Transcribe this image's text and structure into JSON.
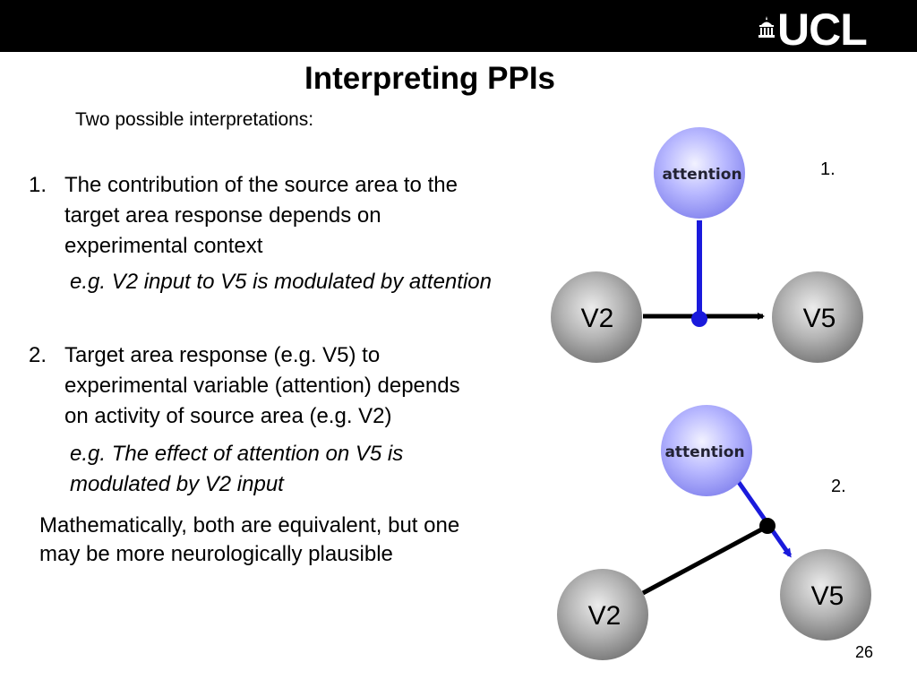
{
  "header": {
    "logo_text": "UCL"
  },
  "slide": {
    "title": "Interpreting PPIs",
    "subtitle": "Two possible interpretations:",
    "items": [
      {
        "number": "1.",
        "lines": [
          "The contribution of the source area to the",
          "target area response depends on",
          "experimental context"
        ],
        "example": "e.g. V2 input to V5 is modulated by attention"
      },
      {
        "number": "2.",
        "lines": [
          "Target area response (e.g. V5) to",
          "experimental variable (attention) depends",
          "on activity of source area (e.g. V2)"
        ],
        "example_lines": [
          "e.g. The effect of attention on V5 is",
          "modulated by V2 input"
        ]
      }
    ],
    "conclusion_lines": [
      "Mathematically, both are equivalent, but one",
      "may be more neurologically plausible"
    ],
    "page_number": "26"
  },
  "diagram1": {
    "label": "1.",
    "attention": "attention",
    "source": "V2",
    "target": "V5"
  },
  "diagram2": {
    "label": "2.",
    "attention": "attention",
    "source": "V2",
    "target": "V5"
  },
  "colors": {
    "node_gray": "#9a9a9a",
    "attention_fill": "#a8a8ff",
    "modulation_blue": "#1a1adc",
    "header_black": "#000000"
  }
}
